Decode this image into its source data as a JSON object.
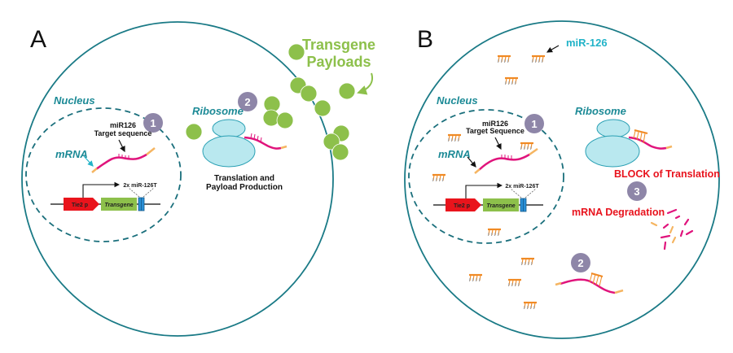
{
  "colors": {
    "cell_membrane": "#1a7a86",
    "nucleus_border": "#1a6f7c",
    "mrna": "#e0147c",
    "mrna_cap": "#f5b562",
    "payload": "#8dc04b",
    "ribosome_fill": "#b9e8ef",
    "ribosome_stroke": "#2aa0b4",
    "badge": "#8e86a8",
    "promoter": "#e9141c",
    "transgene_box": "#8dc04b",
    "target_site": "#2a8fd6",
    "mirna": "#f08a24",
    "block_text": "#e8131d"
  },
  "panel_a": {
    "letter": "A",
    "nucleus_label": "Nucleus",
    "mrna_label": "mRNA",
    "target_label_line1": "miR126",
    "target_label_line2": "Target sequence",
    "ribosome_label": "Ribosome",
    "translation_line1": "Translation and",
    "translation_line2": "Payload Production",
    "payload_title_line1": "Transgene",
    "payload_title_line2": "Payloads",
    "badge1": "1",
    "badge2": "2",
    "construct": {
      "promoter": "Tie2 p",
      "transgene": "Transgene",
      "target_sites": "2x miR-126T"
    }
  },
  "panel_b": {
    "letter": "B",
    "nucleus_label": "Nucleus",
    "mrna_label": "mRNA",
    "target_label_line1": "miR126",
    "target_label_line2": "Target Sequence",
    "ribosome_label": "Ribosome",
    "mir_label": "miR-126",
    "block_label": "BLOCK of Translation",
    "degradation_label": "mRNA Degradation",
    "badge1": "1",
    "badge2": "2",
    "badge3": "3",
    "construct": {
      "promoter": "Tie2 p",
      "transgene": "Transgene",
      "target_sites": "2x miR-126T"
    }
  }
}
